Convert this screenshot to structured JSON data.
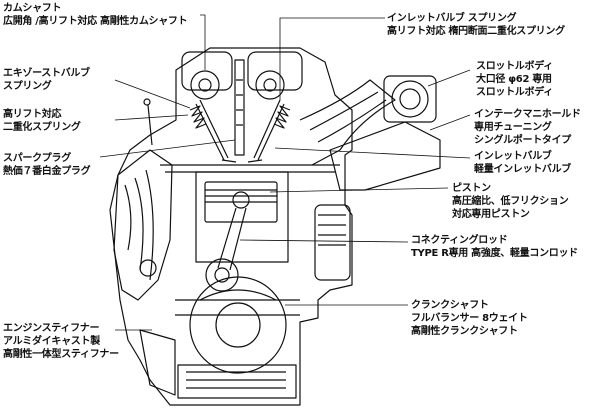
{
  "labels": {
    "camshaft": {
      "title": "カムシャフト",
      "detail": "広開角 /高リフト対応 高剛性カムシャフト"
    },
    "exhaust_valve_spring": {
      "title": "エキゾーストバルブ",
      "title2": "スプリング",
      "detail1": "高リフト対応",
      "detail2": "二重化スプリング"
    },
    "spark_plug": {
      "title": "スパークプラグ",
      "detail": "熱価７番白金プラグ"
    },
    "engine_stiffener": {
      "title": "エンジンスティフナー",
      "detail1": "アルミダイキャスト製",
      "detail2": "高剛性一体型スティフナー"
    },
    "inlet_valve_spring": {
      "title": "インレットバルブ スプリング",
      "detail": "高リフト対応 楕円断面二重化スプリング"
    },
    "throttle_body": {
      "title": "スロットルボディ",
      "detail1": "大口径 φ62 専用",
      "detail2": "スロットルボディ"
    },
    "intake_manifold": {
      "title": "インテークマニホールド",
      "detail1": "専用チューニング",
      "detail2": "シングルポートタイプ"
    },
    "inlet_valve": {
      "title": "インレットバルブ",
      "detail": "軽量インレットバルブ"
    },
    "piston": {
      "title": "ピストン",
      "detail1": "高圧縮比、低フリクション",
      "detail2": "対応専用ピストン"
    },
    "connecting_rod": {
      "title": "コネクティングロッド",
      "detail": "TYPE R専用 高強度、軽量コンロッド"
    },
    "crankshaft": {
      "title": "クランクシャフト",
      "detail1": "フルバランサー 8ウェイト",
      "detail2": "高剛性クランクシャフト"
    }
  }
}
